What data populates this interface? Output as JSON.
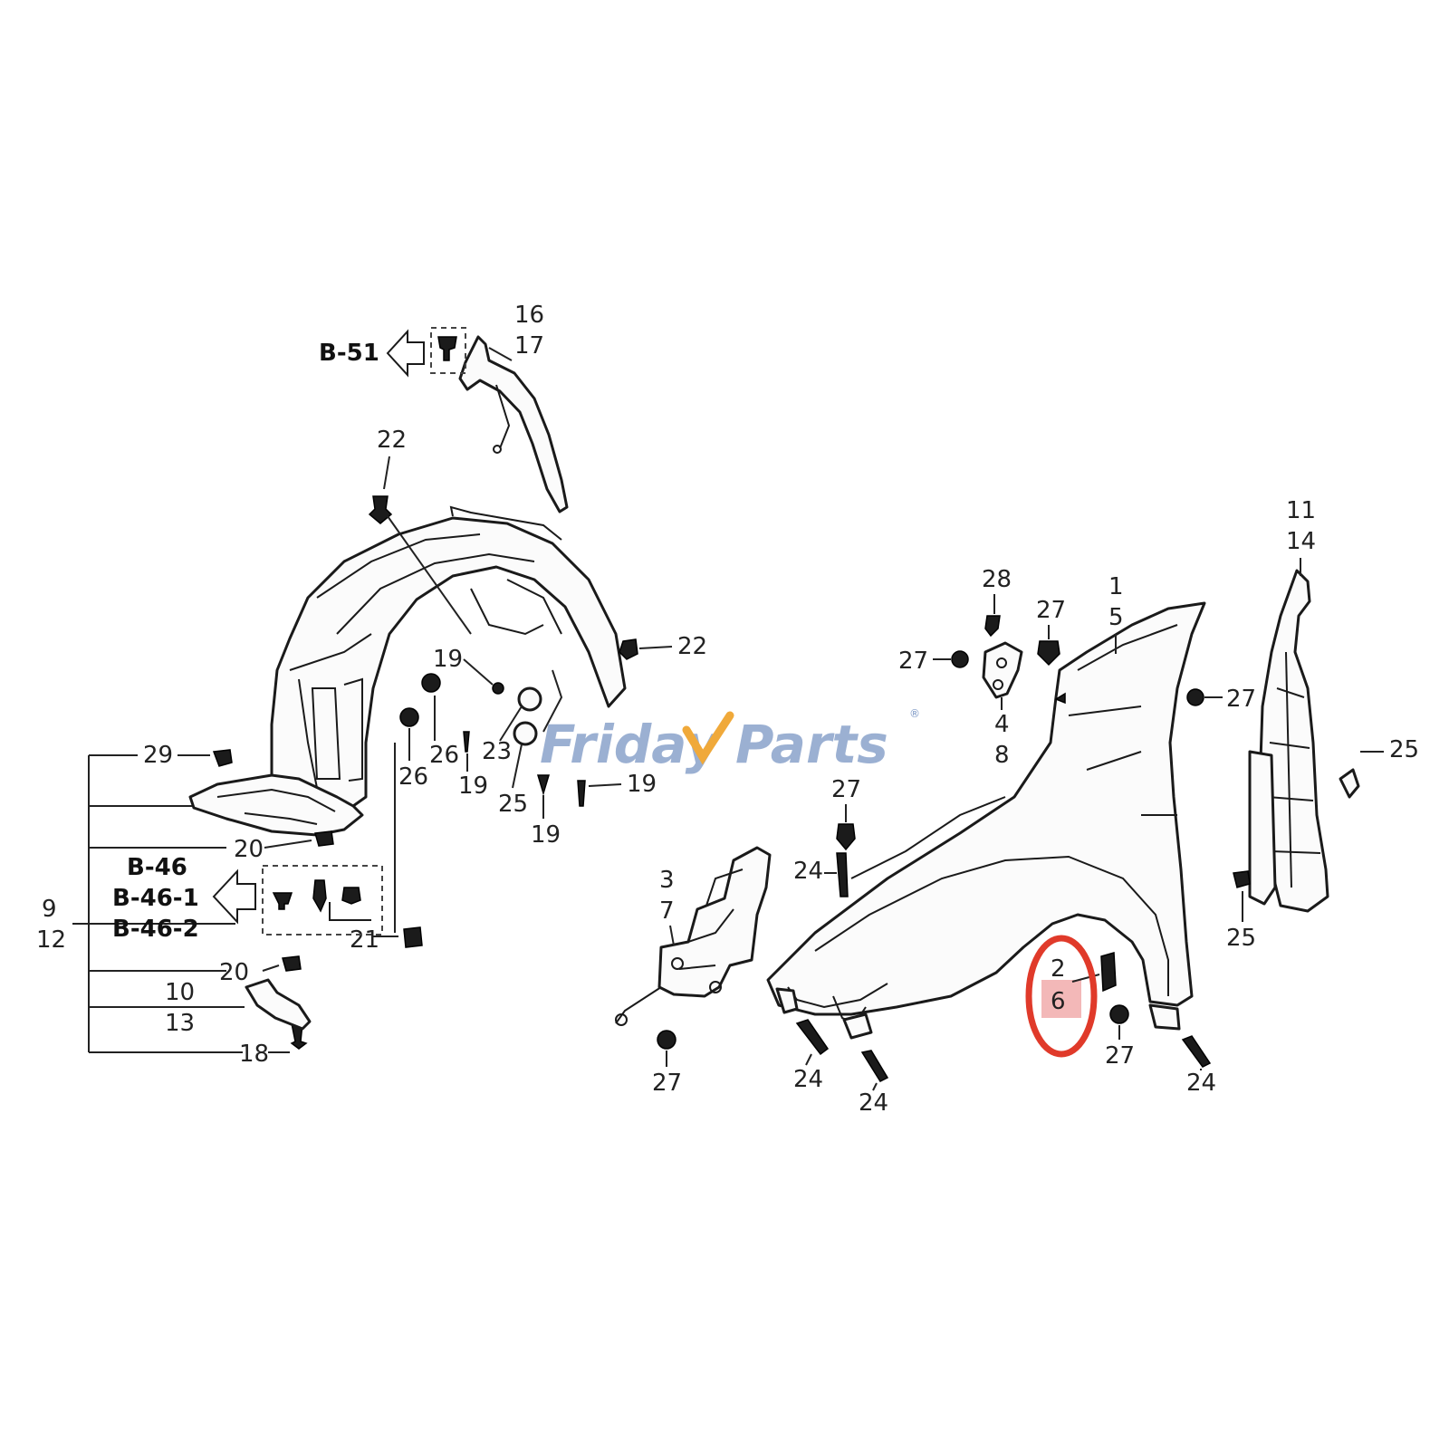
{
  "diagram": {
    "references": {
      "b51": "B-51",
      "b46": "B-46",
      "b46_1": "B-46-1",
      "b46_2": "B-46-2"
    },
    "labels": {
      "l16": "16",
      "l17": "17",
      "l22a": "22",
      "l22b": "22",
      "l19a": "19",
      "l19b": "19",
      "l19c": "19",
      "l19d": "19",
      "l26a": "26",
      "l26b": "26",
      "l23": "23",
      "l25a": "25",
      "l29": "29",
      "l20a": "20",
      "l20b": "20",
      "l21": "21",
      "l9": "9",
      "l12": "12",
      "l10": "10",
      "l13": "13",
      "l18": "18",
      "l28": "28",
      "l27a": "27",
      "l27b": "27",
      "l27c": "27",
      "l27d": "27",
      "l27e": "27",
      "l27f": "27",
      "l1": "1",
      "l5": "5",
      "l4": "4",
      "l8": "8",
      "l11": "11",
      "l14": "14",
      "l25b": "25",
      "l25c": "25",
      "l3": "3",
      "l7": "7",
      "l24a": "24",
      "l24b": "24",
      "l24c": "24",
      "l24d": "24",
      "l2": "2",
      "l6": "6"
    },
    "highlight": {
      "color": "#e03a2a",
      "fill": "#f3b8b8",
      "part_numbers": [
        "2",
        "6"
      ]
    },
    "watermark": {
      "part1": "Friday",
      "part2": "Parts",
      "mark": "®",
      "colors": {
        "primary": "#7a96c4",
        "accent": "#f0a93a"
      }
    }
  }
}
